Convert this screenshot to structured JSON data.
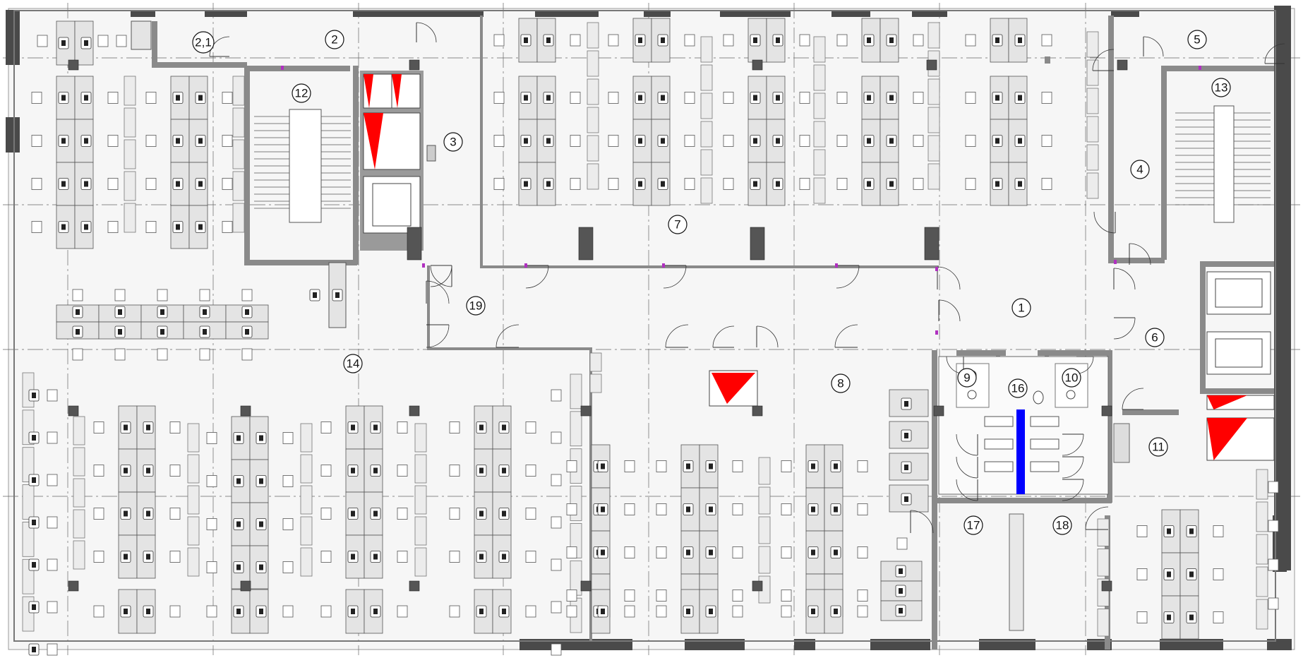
{
  "colors": {
    "floor": "#f6f6f6",
    "wall": "#8a8a8a",
    "wall_dark": "#555555",
    "exterior": "#4a4a4a",
    "desk_fill": "#e4e4e4",
    "desk_stroke": "#555555",
    "shaft_red": "#ff0000",
    "blue_element": "#0000ff",
    "grid_line": "#666666",
    "door_purple": "#b030c0"
  },
  "rooms": [
    {
      "id": "r1",
      "label": "1"
    },
    {
      "id": "r2",
      "label": "2"
    },
    {
      "id": "r2-1",
      "label": "2,1"
    },
    {
      "id": "r3",
      "label": "3"
    },
    {
      "id": "r4",
      "label": "4"
    },
    {
      "id": "r5",
      "label": "5"
    },
    {
      "id": "r6",
      "label": "6"
    },
    {
      "id": "r7",
      "label": "7"
    },
    {
      "id": "r8",
      "label": "8"
    },
    {
      "id": "r9",
      "label": "9"
    },
    {
      "id": "r10",
      "label": "10"
    },
    {
      "id": "r11",
      "label": "11"
    },
    {
      "id": "r12",
      "label": "12"
    },
    {
      "id": "r13",
      "label": "13"
    },
    {
      "id": "r14",
      "label": "14"
    },
    {
      "id": "r16",
      "label": "16"
    },
    {
      "id": "r17",
      "label": "17"
    },
    {
      "id": "r18",
      "label": "18"
    },
    {
      "id": "r19",
      "label": "19"
    }
  ],
  "icons": {
    "desk": "desk-icon",
    "chair": "office-chair-icon",
    "door": "door-swing-icon",
    "column": "column-icon",
    "stair": "staircase-icon",
    "elevator": "elevator-icon",
    "toilet": "toilet-icon",
    "sink": "sink-icon"
  }
}
